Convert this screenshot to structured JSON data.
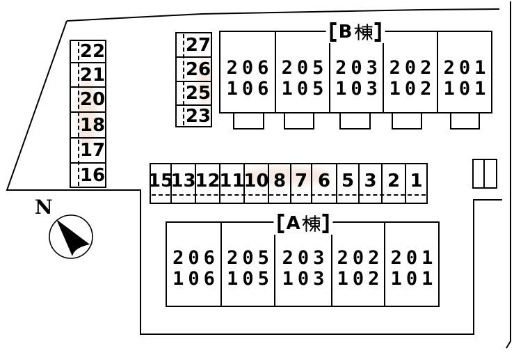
{
  "diagram": {
    "type": "site-parking-map",
    "north_label": "N",
    "buildings": [
      {
        "key": "B",
        "title": "【B棟】",
        "title_letter": "B",
        "kanji": "棟",
        "units": [
          {
            "upper": "206",
            "lower": "106"
          },
          {
            "upper": "205",
            "lower": "105"
          },
          {
            "upper": "203",
            "lower": "103"
          },
          {
            "upper": "202",
            "lower": "102"
          },
          {
            "upper": "201",
            "lower": "101"
          }
        ]
      },
      {
        "key": "A",
        "title": "【A棟】",
        "title_letter": "A",
        "kanji": "棟",
        "units": [
          {
            "upper": "206",
            "lower": "106"
          },
          {
            "upper": "205",
            "lower": "105"
          },
          {
            "upper": "203",
            "lower": "103"
          },
          {
            "upper": "202",
            "lower": "102"
          },
          {
            "upper": "201",
            "lower": "101"
          }
        ]
      }
    ],
    "parking_spaces": {
      "left_column": [
        "22",
        "21",
        "20",
        "18",
        "17",
        "16"
      ],
      "upper_middle_column": [
        "27",
        "26",
        "25",
        "23"
      ],
      "center_row": [
        "15",
        "13",
        "12",
        "11",
        "10",
        "8",
        "7",
        "6",
        "5",
        "3",
        "2",
        "1"
      ]
    },
    "colors": {
      "line": "#000000",
      "background": "#ffffff"
    }
  }
}
